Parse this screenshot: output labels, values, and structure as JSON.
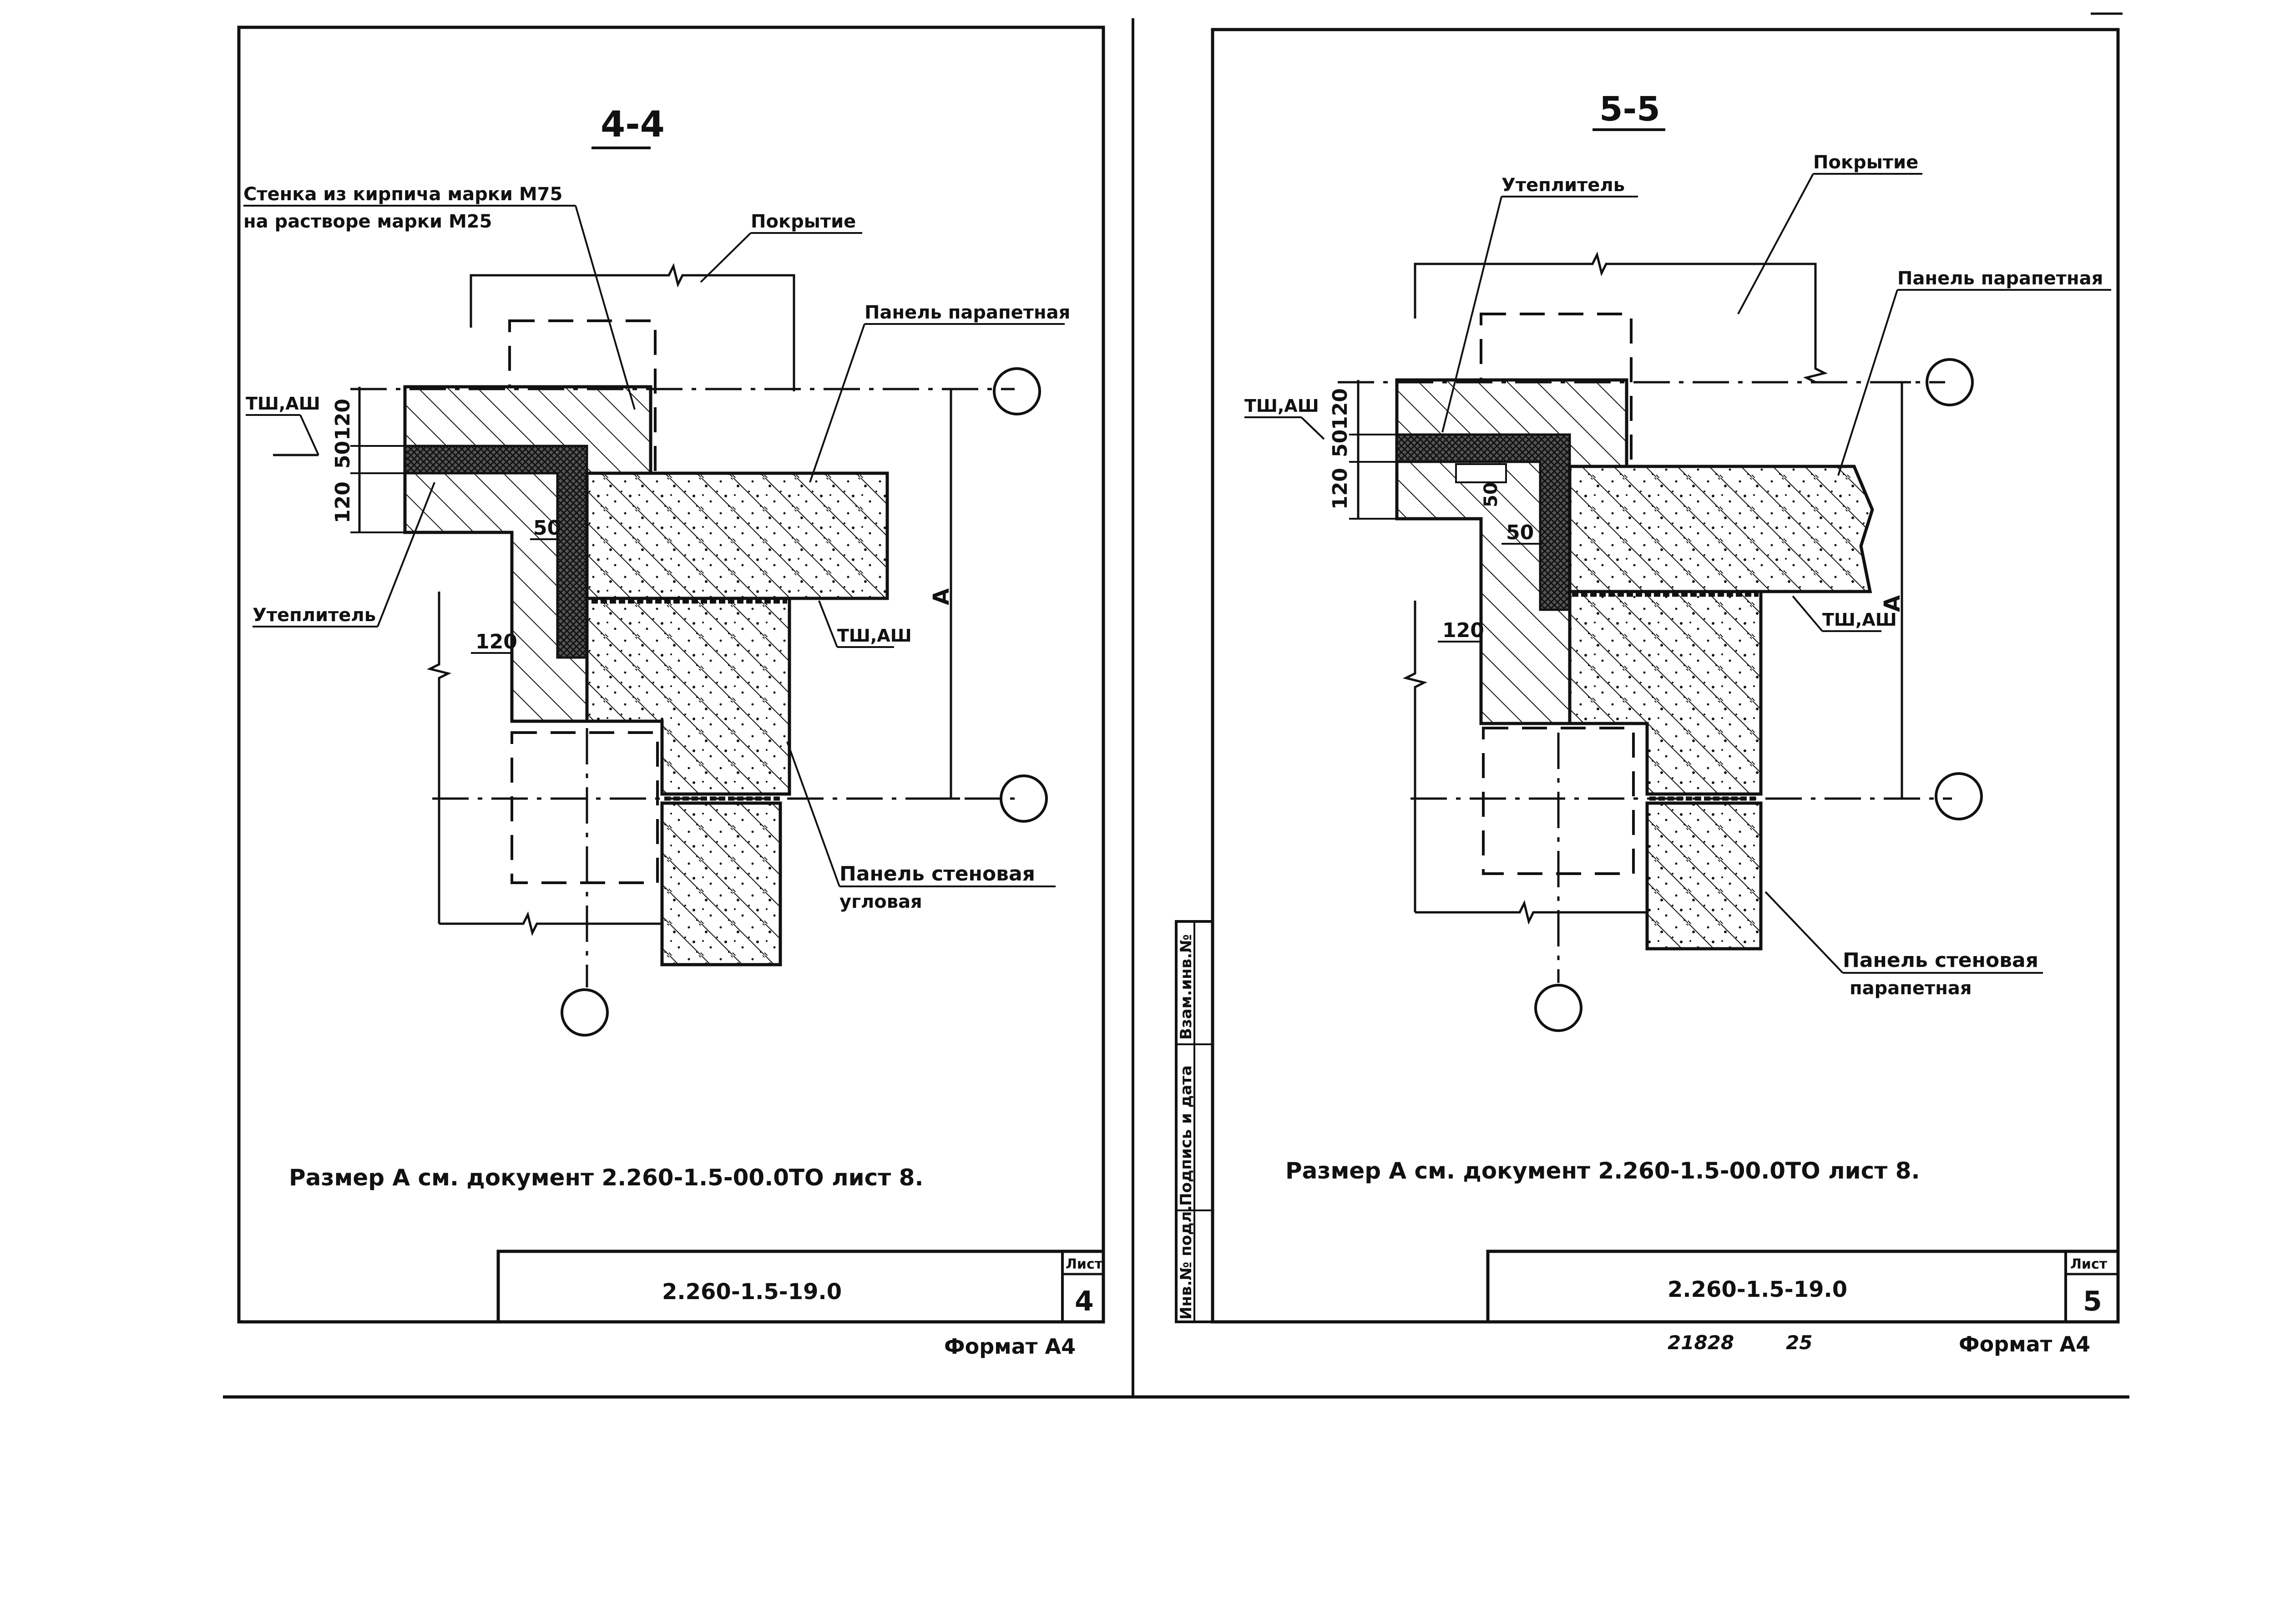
{
  "sheet_left": {
    "section_title": "4-4",
    "wall_label_line1": "Стенка из кирпича марки М75",
    "wall_label_line2": "на растворе марки М25",
    "roof_label": "Покрытие",
    "parapet_panel_label": "Панель парапетная",
    "insulation_label": "Утеплитель",
    "joint_label_top": "ТШ,АШ",
    "joint_label_bottom": "ТШ,АШ",
    "wall_panel_label_line1": "Панель стеновая",
    "wall_panel_label_line2": "угловая",
    "dim_120_top": "120",
    "dim_50": "50",
    "dim_120_bottom": "120",
    "dim_50_inner": "50",
    "dim_120_inner": "120",
    "dim_a": "А",
    "note": "Размер А см. документ 2.260-1.5-00.0ТО лист 8.",
    "doc_code": "2.260-1.5-19.0",
    "sheet_word": "Лист",
    "sheet_number": "4",
    "format": "Формат А4"
  },
  "sheet_right": {
    "section_title": "5-5",
    "insulation_label": "Утеплитель",
    "roof_label": "Покрытие",
    "parapet_panel_label": "Панель парапетная",
    "joint_label_top": "ТШ,АШ",
    "joint_label_bottom": "ТШ,АШ",
    "wall_panel_label_line1": "Панель стеновая",
    "wall_panel_label_line2": "парапетная",
    "dim_120_top": "120",
    "dim_50": "50",
    "dim_120_bottom": "120",
    "dim_50_inner_a": "50",
    "dim_50_inner_b": "50",
    "dim_120_inner": "120",
    "dim_a": "А",
    "note": "Размер А см. документ 2.260-1.5-00.0ТО лист 8.",
    "doc_code": "2.260-1.5-19.0",
    "sheet_word": "Лист",
    "sheet_number": "5",
    "format": "Формат А4",
    "archive_number": "21828",
    "archive_sheet": "25",
    "side_stamp_1": "Инв.№ подл.",
    "side_stamp_2": "Подпись и дата",
    "side_stamp_3": "Взам.инв.№"
  }
}
